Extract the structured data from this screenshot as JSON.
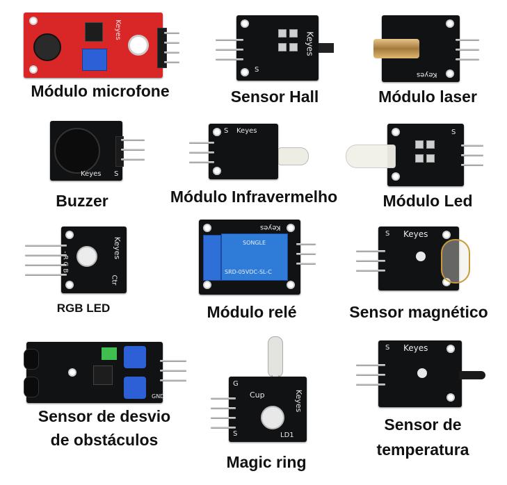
{
  "modules": [
    {
      "label": "Módulo microfone"
    },
    {
      "label": "Sensor Hall"
    },
    {
      "label": "Módulo laser"
    },
    {
      "label": "Buzzer"
    },
    {
      "label": "Módulo Infravermelho"
    },
    {
      "label": "Módulo Led"
    },
    {
      "label": "RGB LED"
    },
    {
      "label": "Módulo relé"
    },
    {
      "label": "Sensor magnético"
    },
    {
      "label": "Sensor de desvio"
    },
    {
      "label": "de obstáculos"
    },
    {
      "label": "Magic ring"
    },
    {
      "label": "Sensor de"
    },
    {
      "label": "temperatura"
    }
  ],
  "silk": {
    "keyes": "Keyes",
    "s": "S",
    "g": "G",
    "minus": "-",
    "plus": "+",
    "relay_brand": "SONGLE",
    "relay_model": "SRD-05VDC-SL-C",
    "cup": "Cup",
    "ld1": "LD1",
    "gnd": "GND",
    "rgb": "- R G B",
    "ctr": "Ctr"
  }
}
